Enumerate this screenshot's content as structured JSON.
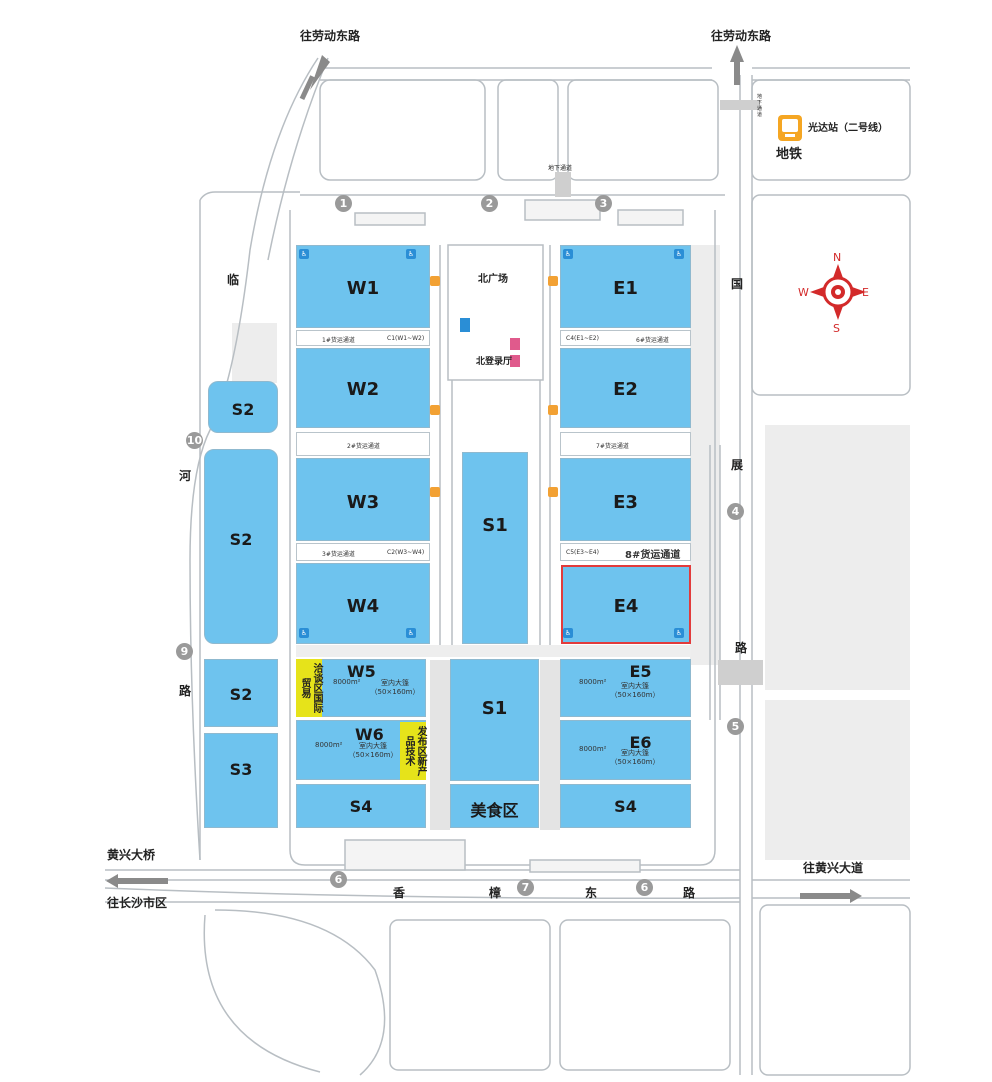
{
  "roads": {
    "to_laodong_east_left": "往劳动东路",
    "to_laodong_east_right": "往劳动东路",
    "linhe": [
      "临",
      "河",
      "路"
    ],
    "guozhan": [
      "国",
      "展",
      "路"
    ],
    "xiangzhang": [
      "香",
      "樟",
      "东",
      "路"
    ],
    "huangxing_bridge": "黄兴大桥",
    "to_changsha": "往长沙市区",
    "to_huangxing_ave": "往黄兴大道",
    "underpass_north": "地下通道",
    "underpass_metro": "地下通道"
  },
  "metro": {
    "station": "光达站（二号线）",
    "label": "地铁"
  },
  "compass": {
    "n": "N",
    "s": "S",
    "e": "E",
    "w": "W"
  },
  "halls": {
    "w1": "W1",
    "w2": "W2",
    "w3": "W3",
    "w4": "W4",
    "w5": "W5",
    "w6": "W6",
    "e1": "E1",
    "e2": "E2",
    "e3": "E3",
    "e4": "E4",
    "e5": "E5",
    "e6": "E6",
    "s1_top": "S1",
    "s1_bottom": "S1",
    "s2_a": "S2",
    "s2_b": "S2",
    "s2_c": "S2",
    "s3": "S3",
    "s4_left": "S4",
    "s4_right": "S4",
    "food": "美食区"
  },
  "areas": {
    "north_plaza": "北广场",
    "north_lobby": "北登录厅",
    "intl_trade": "国际贸易",
    "negotiation": "洽谈区",
    "new_product": "新产品技术",
    "launch": "发布区"
  },
  "tents": {
    "w5_area": "8000m²",
    "w5_type": "室内大篷",
    "w5_size": "（50×160m）",
    "w6_area": "8000m²",
    "w6_type": "室内大篷",
    "w6_size": "（50×160m）",
    "e5_area": "8000m²",
    "e5_type": "室内大篷",
    "e5_size": "（50×160m）",
    "e6_area": "8000m²",
    "e6_type": "室内大篷",
    "e6_size": "（50×160m）"
  },
  "corridors": {
    "c1_label": "1#货运通道",
    "c1_code": "C1(W1~W2)",
    "c4_code": "C4(E1~E2)",
    "c4_label": "6#货运通道",
    "c2_label": "2#货运通道",
    "c7_label": "7#货运通道",
    "c3_label": "3#货运通道",
    "c3_code": "C2(W3~W4)",
    "c5_code": "C5(E3~E4)",
    "c8_label": "8#货运通道"
  },
  "gates": [
    "1",
    "2",
    "3",
    "4",
    "5",
    "6",
    "7",
    "6",
    "9",
    "10"
  ],
  "colors": {
    "hall": "#6ec3ee",
    "highlight": "#e23b3b",
    "yellow": "#e6e31a",
    "compass": "#d32a2a",
    "road": "#bfc5c9"
  }
}
